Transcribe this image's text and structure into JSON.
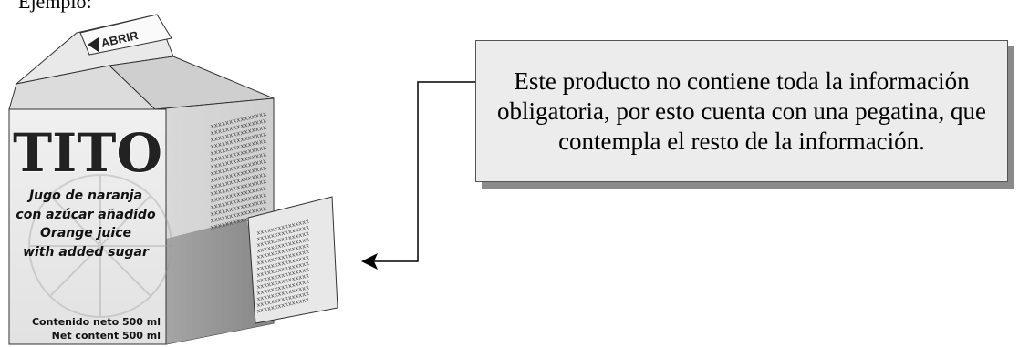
{
  "intro": "Ejemplo:",
  "carton": {
    "tab_label": "ABRIR",
    "brand": "TITO",
    "product_lines": [
      "Jugo de naranja",
      "con azúcar añadido",
      "Orange juice",
      "with added sugar"
    ],
    "content_lines": [
      "Contenido neto 500 ml",
      "Net content 500 ml"
    ],
    "side_pattern": "xxxxxxxxxxxxxxx",
    "sticker_pattern": "xxxxxxxxxxxxxxx"
  },
  "callout": {
    "text": "Este producto no contiene toda la información obligatoria, por esto cuenta con una pegatina, que contempla el resto de la información."
  }
}
